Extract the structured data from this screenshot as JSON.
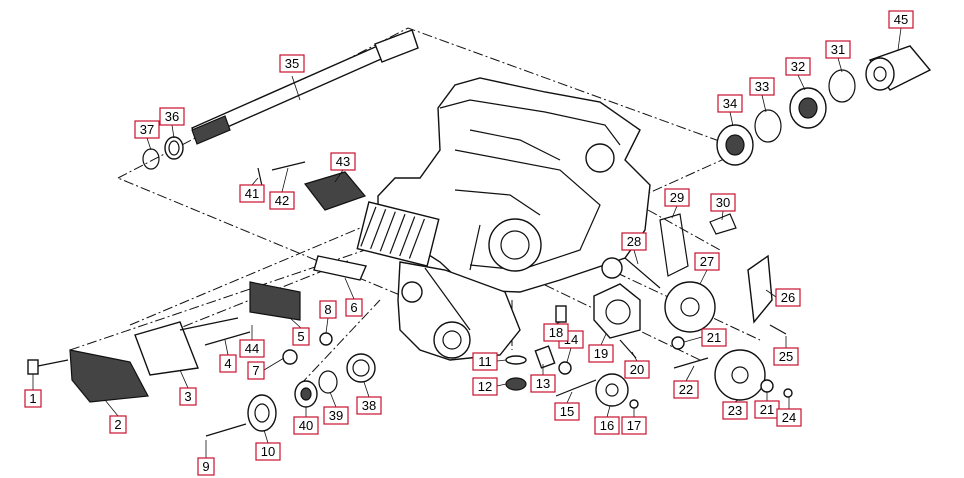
{
  "diagram": {
    "callouts": [
      {
        "id": "1",
        "label": "1"
      },
      {
        "id": "2",
        "label": "2"
      },
      {
        "id": "3",
        "label": "3"
      },
      {
        "id": "4",
        "label": "4"
      },
      {
        "id": "5",
        "label": "5"
      },
      {
        "id": "6",
        "label": "6"
      },
      {
        "id": "7",
        "label": "7"
      },
      {
        "id": "8",
        "label": "8"
      },
      {
        "id": "9",
        "label": "9"
      },
      {
        "id": "10",
        "label": "10"
      },
      {
        "id": "11",
        "label": "11"
      },
      {
        "id": "12",
        "label": "12"
      },
      {
        "id": "13",
        "label": "13"
      },
      {
        "id": "14",
        "label": "14"
      },
      {
        "id": "15",
        "label": "15"
      },
      {
        "id": "16",
        "label": "16"
      },
      {
        "id": "17",
        "label": "17"
      },
      {
        "id": "18",
        "label": "18"
      },
      {
        "id": "19",
        "label": "19"
      },
      {
        "id": "20",
        "label": "20"
      },
      {
        "id": "21a",
        "label": "21"
      },
      {
        "id": "21b",
        "label": "21"
      },
      {
        "id": "22",
        "label": "22"
      },
      {
        "id": "23",
        "label": "23"
      },
      {
        "id": "24",
        "label": "24"
      },
      {
        "id": "25",
        "label": "25"
      },
      {
        "id": "26",
        "label": "26"
      },
      {
        "id": "27",
        "label": "27"
      },
      {
        "id": "28",
        "label": "28"
      },
      {
        "id": "29",
        "label": "29"
      },
      {
        "id": "30",
        "label": "30"
      },
      {
        "id": "31",
        "label": "31"
      },
      {
        "id": "32",
        "label": "32"
      },
      {
        "id": "33",
        "label": "33"
      },
      {
        "id": "34",
        "label": "34"
      },
      {
        "id": "35",
        "label": "35"
      },
      {
        "id": "36",
        "label": "36"
      },
      {
        "id": "37",
        "label": "37"
      },
      {
        "id": "38",
        "label": "38"
      },
      {
        "id": "39",
        "label": "39"
      },
      {
        "id": "40",
        "label": "40"
      },
      {
        "id": "41",
        "label": "41"
      },
      {
        "id": "42",
        "label": "42"
      },
      {
        "id": "43",
        "label": "43"
      },
      {
        "id": "44",
        "label": "44"
      },
      {
        "id": "45",
        "label": "45"
      }
    ]
  }
}
